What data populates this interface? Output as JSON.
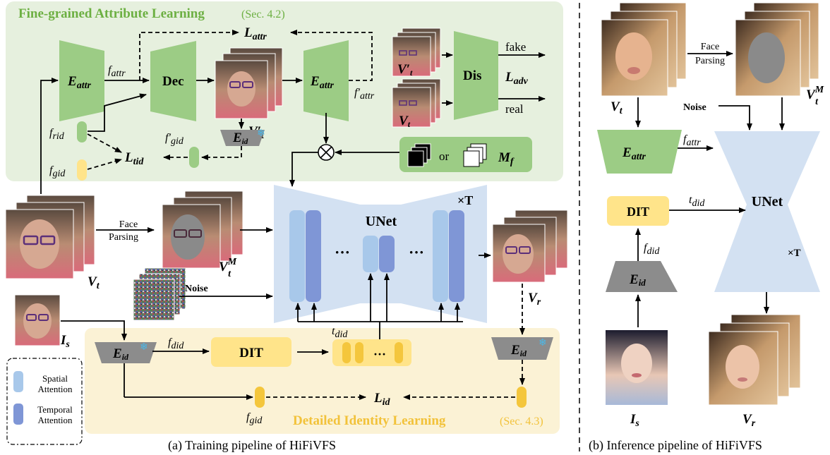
{
  "colors": {
    "attr_bg": "#e6f0de",
    "identity_bg": "#fbf2d5",
    "encoder_green": "#9ccc85",
    "dit_yellow": "#ffe48a",
    "unet_blue": "#d3e1f2",
    "spatial_blue": "#a8c8ea",
    "temporal_blue": "#7f96d6",
    "eid_gray": "#8c8c8c",
    "section_green": "#6db043",
    "section_yellow": "#f2c23a"
  },
  "training": {
    "attr_section": {
      "title": "Fine-grained Attribute Learning",
      "ref": "(Sec. 4.2)"
    },
    "identity_section": {
      "title": "Detailed Identity Learning",
      "ref": "(Sec. 4.3)"
    },
    "caption": "(a) Training pipeline of HiFiVFS",
    "e_attr": "E",
    "e_attr_sub": "attr",
    "dec": "Dec",
    "dis": "Dis",
    "l_attr": "L",
    "l_attr_sub": "attr",
    "l_adv": "L",
    "l_adv_sub": "adv",
    "l_tid": "L",
    "l_tid_sub": "tid",
    "l_id": "L",
    "l_id_sub": "id",
    "f_attr": "f",
    "f_attr_sub": "attr",
    "f_attr_prime": "f′",
    "f_attr_prime_sub": "attr",
    "f_rid": "f",
    "f_rid_sub": "rid",
    "f_gid": "f",
    "f_gid_sub": "gid",
    "f_gid_prime": "f′",
    "f_gid_prime_sub": "gid",
    "f_did": "f",
    "f_did_sub": "did",
    "t_did": "t",
    "t_did_sub": "did",
    "e_id": "E",
    "e_id_sub": "id",
    "fake": "fake",
    "real": "real",
    "or": "or",
    "m_f": "M",
    "m_f_sub": "f",
    "v_t": "V",
    "v_t_sub": "t",
    "v_t_prime": "V′",
    "v_t_prime_sub": "t",
    "v_t_m": "V",
    "v_t_m_sub": "t",
    "v_t_m_sup": "M",
    "v_r": "V",
    "v_r_sub": "r",
    "i_s": "I",
    "i_s_sub": "s",
    "face_parsing_1": "Face",
    "face_parsing_2": "Parsing",
    "noise": "Noise",
    "unet": "UNet",
    "times_t": "×T",
    "dit": "DIT",
    "ellipsis": "···",
    "legend": {
      "spatial_1": "Spatial",
      "spatial_2": "Attention",
      "temporal_1": "Temporal",
      "temporal_2": "Attention"
    }
  },
  "inference": {
    "caption": "(b) Inference pipeline of HiFiVFS",
    "face_parsing_1": "Face",
    "face_parsing_2": "Parsing",
    "noise": "Noise",
    "unet": "UNet",
    "times_t": "×T",
    "dit": "DIT",
    "e_attr": "E",
    "e_attr_sub": "attr",
    "e_id": "E",
    "e_id_sub": "id",
    "f_attr": "f",
    "f_attr_sub": "attr",
    "f_did": "f",
    "f_did_sub": "did",
    "t_did": "t",
    "t_did_sub": "did",
    "v_t": "V",
    "v_t_sub": "t",
    "v_t_m": "V",
    "v_t_m_sub": "t",
    "v_t_m_sup": "M",
    "v_r": "V",
    "v_r_sub": "r",
    "i_s": "I",
    "i_s_sub": "s"
  }
}
